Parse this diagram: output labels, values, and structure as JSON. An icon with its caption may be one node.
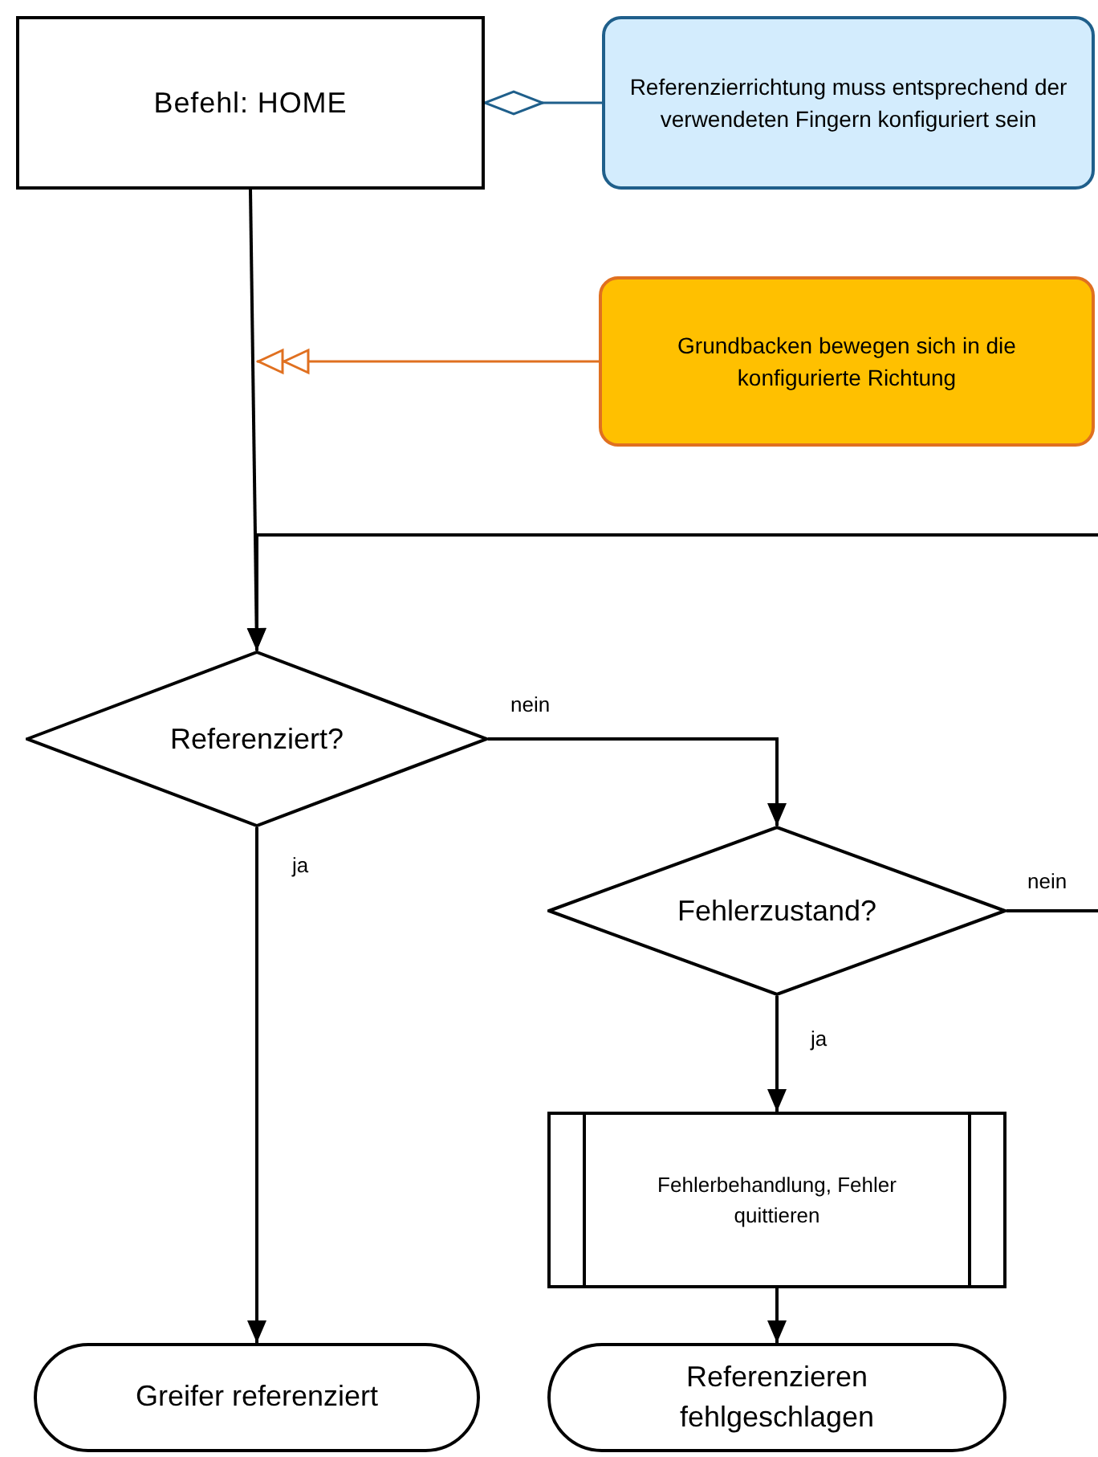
{
  "diagram": {
    "nodes": [
      {
        "text": [
          "Befehl: HOME"
        ]
      },
      {
        "text": [
          "Referenzierrichtung muss entsprechend der verwendeten Fingern konfiguriert sein"
        ]
      },
      {
        "text": [
          "Grundbacken bewegen sich in die konfigurierte Richtung"
        ]
      },
      {
        "text": [
          "Referenziert?"
        ]
      },
      {
        "text": [
          "Fehlerzustand?"
        ]
      },
      {
        "text": [
          "Fehlerbehandlung, Fehler quittieren"
        ]
      },
      {
        "text": [
          "Greifer referenziert"
        ]
      },
      {
        "text": [
          "Referenzieren fehlgeschlagen"
        ]
      }
    ],
    "edges": [
      {
        "from": 1,
        "to": 0,
        "arrow": "other",
        "color": "#1f5f8b"
      },
      {
        "from": 2,
        "to": null,
        "arrow": "to",
        "color": "#e07020"
      },
      {
        "from": 0,
        "to": 3,
        "arrow": "to"
      },
      {
        "from": null,
        "to": 3,
        "arrow": "to"
      },
      {
        "from": 3,
        "to": 4,
        "arrow": "to",
        "label": "nein"
      },
      {
        "from": 3,
        "to": 6,
        "arrow": "to",
        "label": "ja"
      },
      {
        "from": 4,
        "to": null,
        "arrow": "none",
        "label": "nein"
      },
      {
        "from": 4,
        "to": 5,
        "arrow": "to",
        "label": "ja"
      },
      {
        "from": 5,
        "to": 7,
        "arrow": "to"
      }
    ]
  }
}
